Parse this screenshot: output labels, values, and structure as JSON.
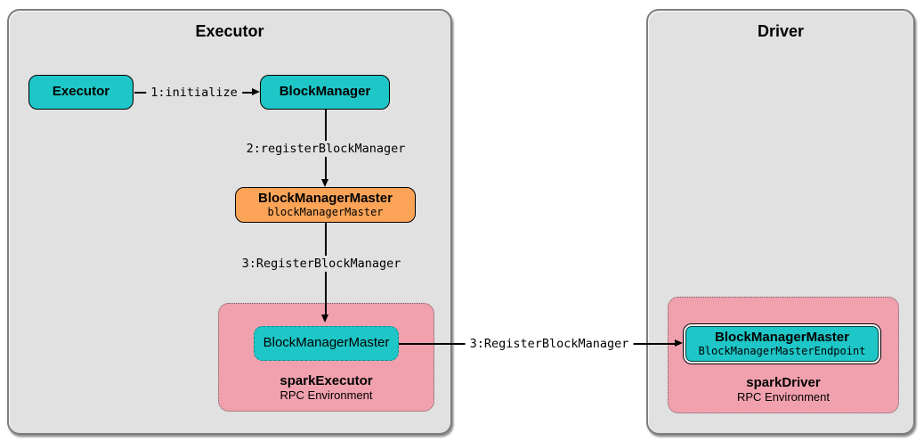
{
  "executor_group": {
    "title": "Executor",
    "nodes": {
      "executor": {
        "label": "Executor"
      },
      "block_manager": {
        "label": "BlockManager"
      },
      "block_manager_master": {
        "label": "BlockManagerMaster",
        "sublabel": "blockManagerMaster"
      },
      "rpc_ref": {
        "label": "BlockManagerMaster"
      }
    },
    "env": {
      "name": "sparkExecutor",
      "type": "RPC Environment"
    }
  },
  "driver_group": {
    "title": "Driver",
    "nodes": {
      "endpoint": {
        "label": "BlockManagerMaster",
        "sublabel": "BlockManagerMasterEndpoint"
      }
    },
    "env": {
      "name": "sparkDriver",
      "type": "RPC Environment"
    }
  },
  "edges": {
    "initialize": "1:initialize",
    "register_block_manager": "2:registerBlockManager",
    "register_message_local": "3:RegisterBlockManager",
    "register_message_remote": "3:RegisterBlockManager"
  },
  "colors": {
    "teal": "#1ec6c7",
    "orange": "#fba458",
    "pink": "#f0a1ad",
    "container_gray": "#e1e1e1"
  }
}
